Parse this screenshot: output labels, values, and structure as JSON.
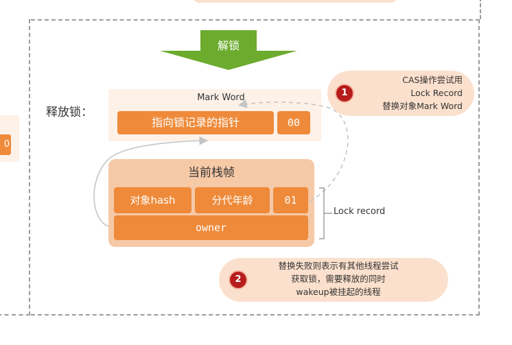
{
  "left_stub": {
    "cell_text": "0"
  },
  "banner": {
    "label": "解锁",
    "color": "#6cab2e"
  },
  "release_label": "释放锁：",
  "mark_word": {
    "title": "Mark Word",
    "pointer_cell": "指向锁记录的指针",
    "flag_cell": "00"
  },
  "stack_frame": {
    "title": "当前栈帧",
    "cells": [
      "对象hash",
      "分代年龄",
      "01"
    ],
    "owner": "owner"
  },
  "lock_record_label": "Lock record",
  "notes": [
    {
      "badge": "1",
      "lines": [
        "CAS操作尝试用",
        "Lock Record",
        "替换对象Mark Word"
      ]
    },
    {
      "badge": "2",
      "lines": [
        "替换失败则表示有其他线程尝试",
        "获取锁，需要释放的同时",
        "wakeup被挂起的线程"
      ]
    }
  ],
  "colors": {
    "cell": "#ee8a3a",
    "frame": "#f6c9a7",
    "mark_word_bg": "#fdf1e8",
    "note_bg": "#fbe0cd",
    "badge": "#b71c1c"
  }
}
